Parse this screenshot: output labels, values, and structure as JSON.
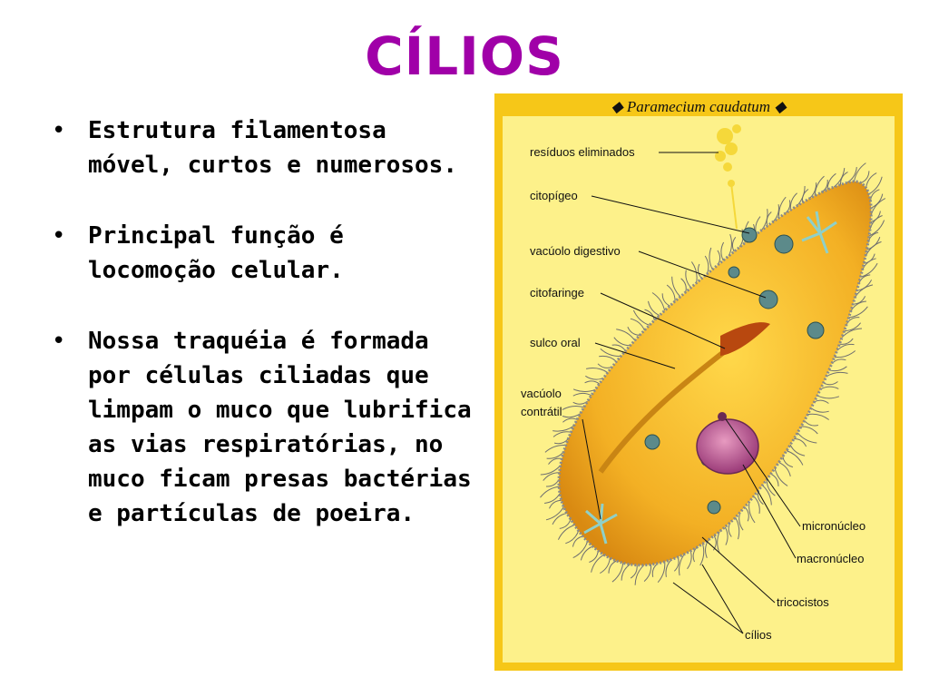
{
  "slide": {
    "title": "CÍLIOS",
    "title_color": "#a000a8",
    "bullets": [
      "Estrutura filamentosa móvel, curtos e numerosos.",
      "Principal função é locomoção celular.",
      "Nossa traquéia é formada por células ciliadas que limpam o muco que lubrifica as vias respiratórias, no muco ficam presas bactérias e partículas de poeira."
    ]
  },
  "figure": {
    "title": "Paramecium caudatum",
    "title_marker": "◆",
    "background_color": "#fdf18a",
    "border_color": "#f6c718",
    "cell_color": "#f5b62a",
    "nucleus_color": "#a84a86",
    "labels": {
      "residuos": "resíduos eliminados",
      "citopigeo": "citopígeo",
      "vacuolo_digestivo": "vacúolo digestivo",
      "citofaringe": "citofaringe",
      "sulco_oral": "sulco oral",
      "vacuolo_line1": "vacúolo",
      "vacuolo_line2": "contrátil",
      "micronucleo": "micronúcleo",
      "macronucleo": "macronúcleo",
      "tricocistos": "tricocistos",
      "cilios": "cílios"
    }
  }
}
